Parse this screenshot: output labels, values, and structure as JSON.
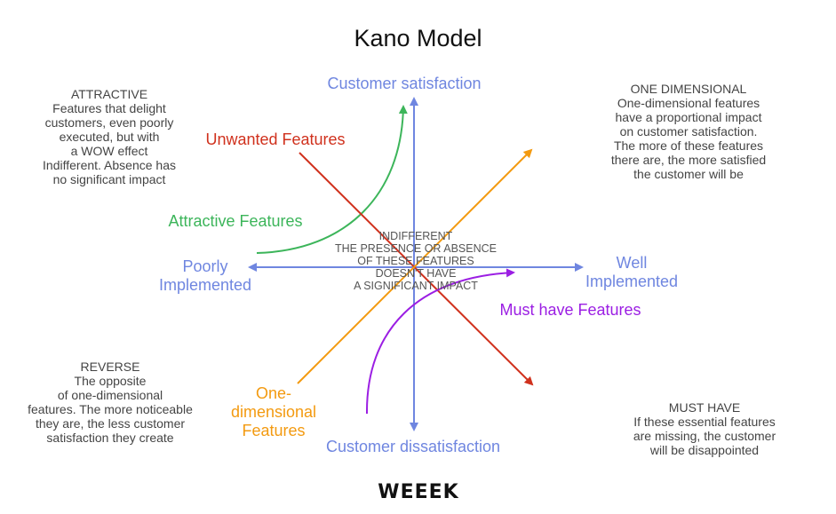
{
  "title": "Kano Model",
  "axes": {
    "top": "Customer satisfaction",
    "bottom": "Customer dissatisfaction",
    "left": "Poorly\nImplemented",
    "right": "Well\nImplemented"
  },
  "features": {
    "unwanted": "Unwanted Features",
    "attractive": "Attractive Features",
    "must_have": "Must have Features",
    "one_dimensional": "One-\ndimensional\nFeatures"
  },
  "descriptions": {
    "attractive": "ATTRACTIVE\nFeatures that delight\ncustomers, even poorly\nexecuted, but with\na WOW effect\nIndifferent. Absence has\nno significant impact",
    "one_dimensional": "ONE DIMENSIONAL\nOne-dimensional features\nhave a proportional impact\non customer satisfaction.\nThe more of these features\nthere are, the more satisfied\nthe customer will be",
    "reverse": "REVERSE\nThe opposite\nof one-dimensional\nfeatures. The more noticeable\nthey are, the less customer\nsatisfaction they create",
    "must_have": "MUST HAVE\nIf these essential features\nare missing, the customer\nwill be disappointed",
    "indifferent": "INDIFFERENT\nTHE PRESENCE OR ABSENCE\nOF THESE FEATURES\nDOESN'T HAVE\nA SIGNIFICANT IMPACT"
  },
  "logo": {
    "text": "WEEEK"
  },
  "colors": {
    "axis": "#6f86e0",
    "attractive": "#3cb55a",
    "unwanted": "#d0311d",
    "one_dimensional": "#f39a10",
    "must_have": "#9b1ee3",
    "logo": "#111111"
  }
}
